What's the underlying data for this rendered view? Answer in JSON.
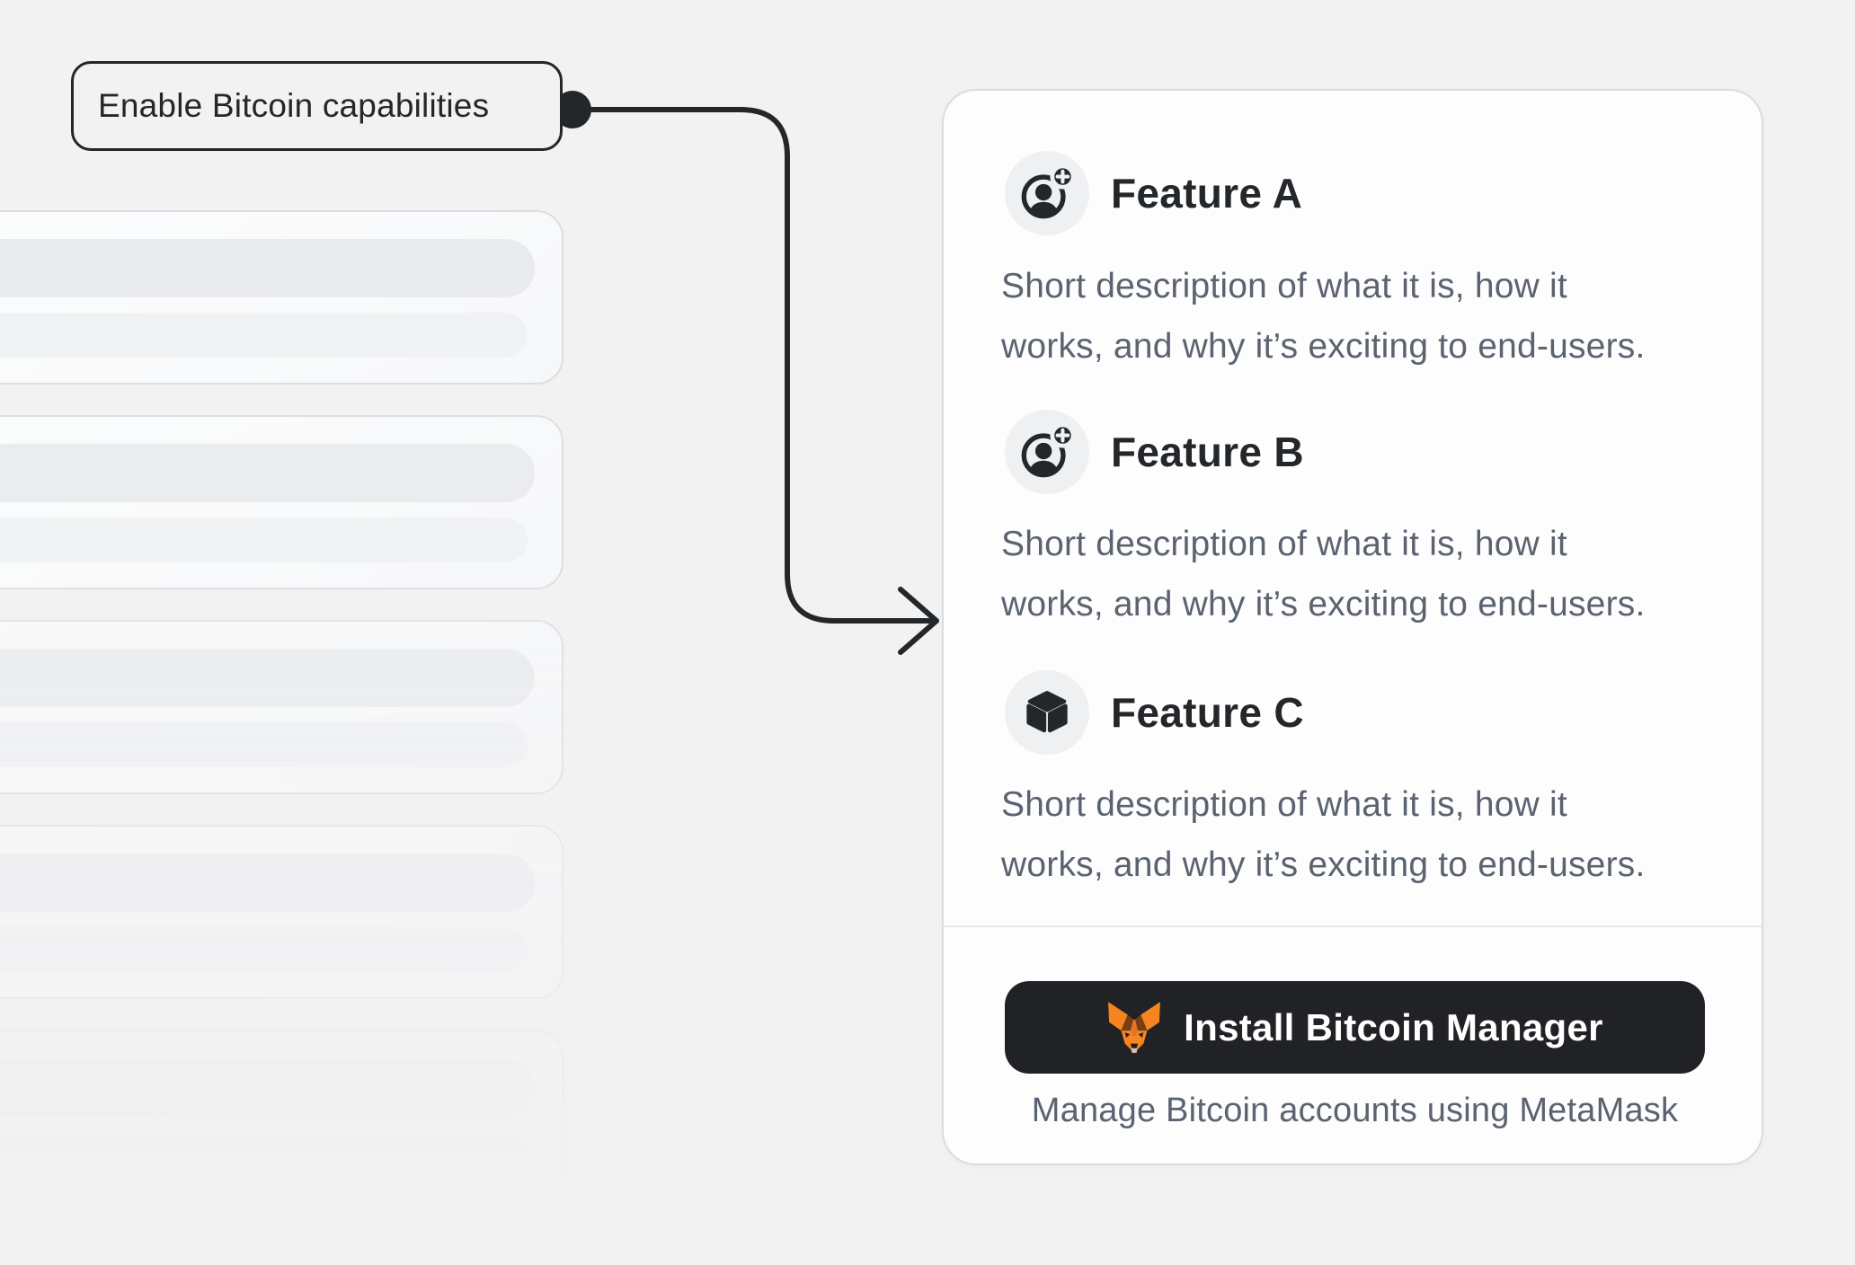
{
  "colors": {
    "page_bg": "#f2f2f3",
    "ink": "#24272a",
    "muted": "#5b6370",
    "card_bg": "#fdfdfe",
    "button_bg": "#202225",
    "fox_orange": "#f6851f",
    "fox_dark_orange": "#e27625",
    "fox_brown": "#763d16",
    "fox_tan": "#d5bfb2"
  },
  "callout": {
    "label": "Enable Bitcoin capabilities"
  },
  "skeleton_list": {
    "card_count": 5
  },
  "panel": {
    "features": [
      {
        "icon": "user-add-icon",
        "title": "Feature A",
        "description_line1": "Short description of what it is, how it",
        "description_line2": "works, and why it’s exciting to end-users."
      },
      {
        "icon": "user-add-icon",
        "title": "Feature B",
        "description_line1": "Short description of what it is, how it",
        "description_line2": "works, and why it’s exciting to end-users."
      },
      {
        "icon": "cube-icon",
        "title": "Feature C",
        "description_line1": "Short description of what it is, how it",
        "description_line2": "works, and why it’s exciting to end-users."
      }
    ],
    "footer": {
      "button_icon": "metamask-fox-icon",
      "button_label": "Install Bitcoin Manager",
      "caption": "Manage Bitcoin accounts using MetaMask"
    }
  }
}
